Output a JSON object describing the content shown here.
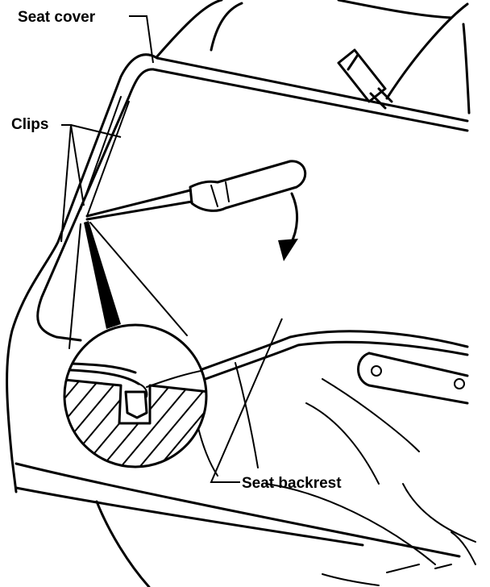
{
  "labels": {
    "seat_cover": "Seat cover",
    "clips": "Clips",
    "seat_backrest": "Seat backrest"
  }
}
